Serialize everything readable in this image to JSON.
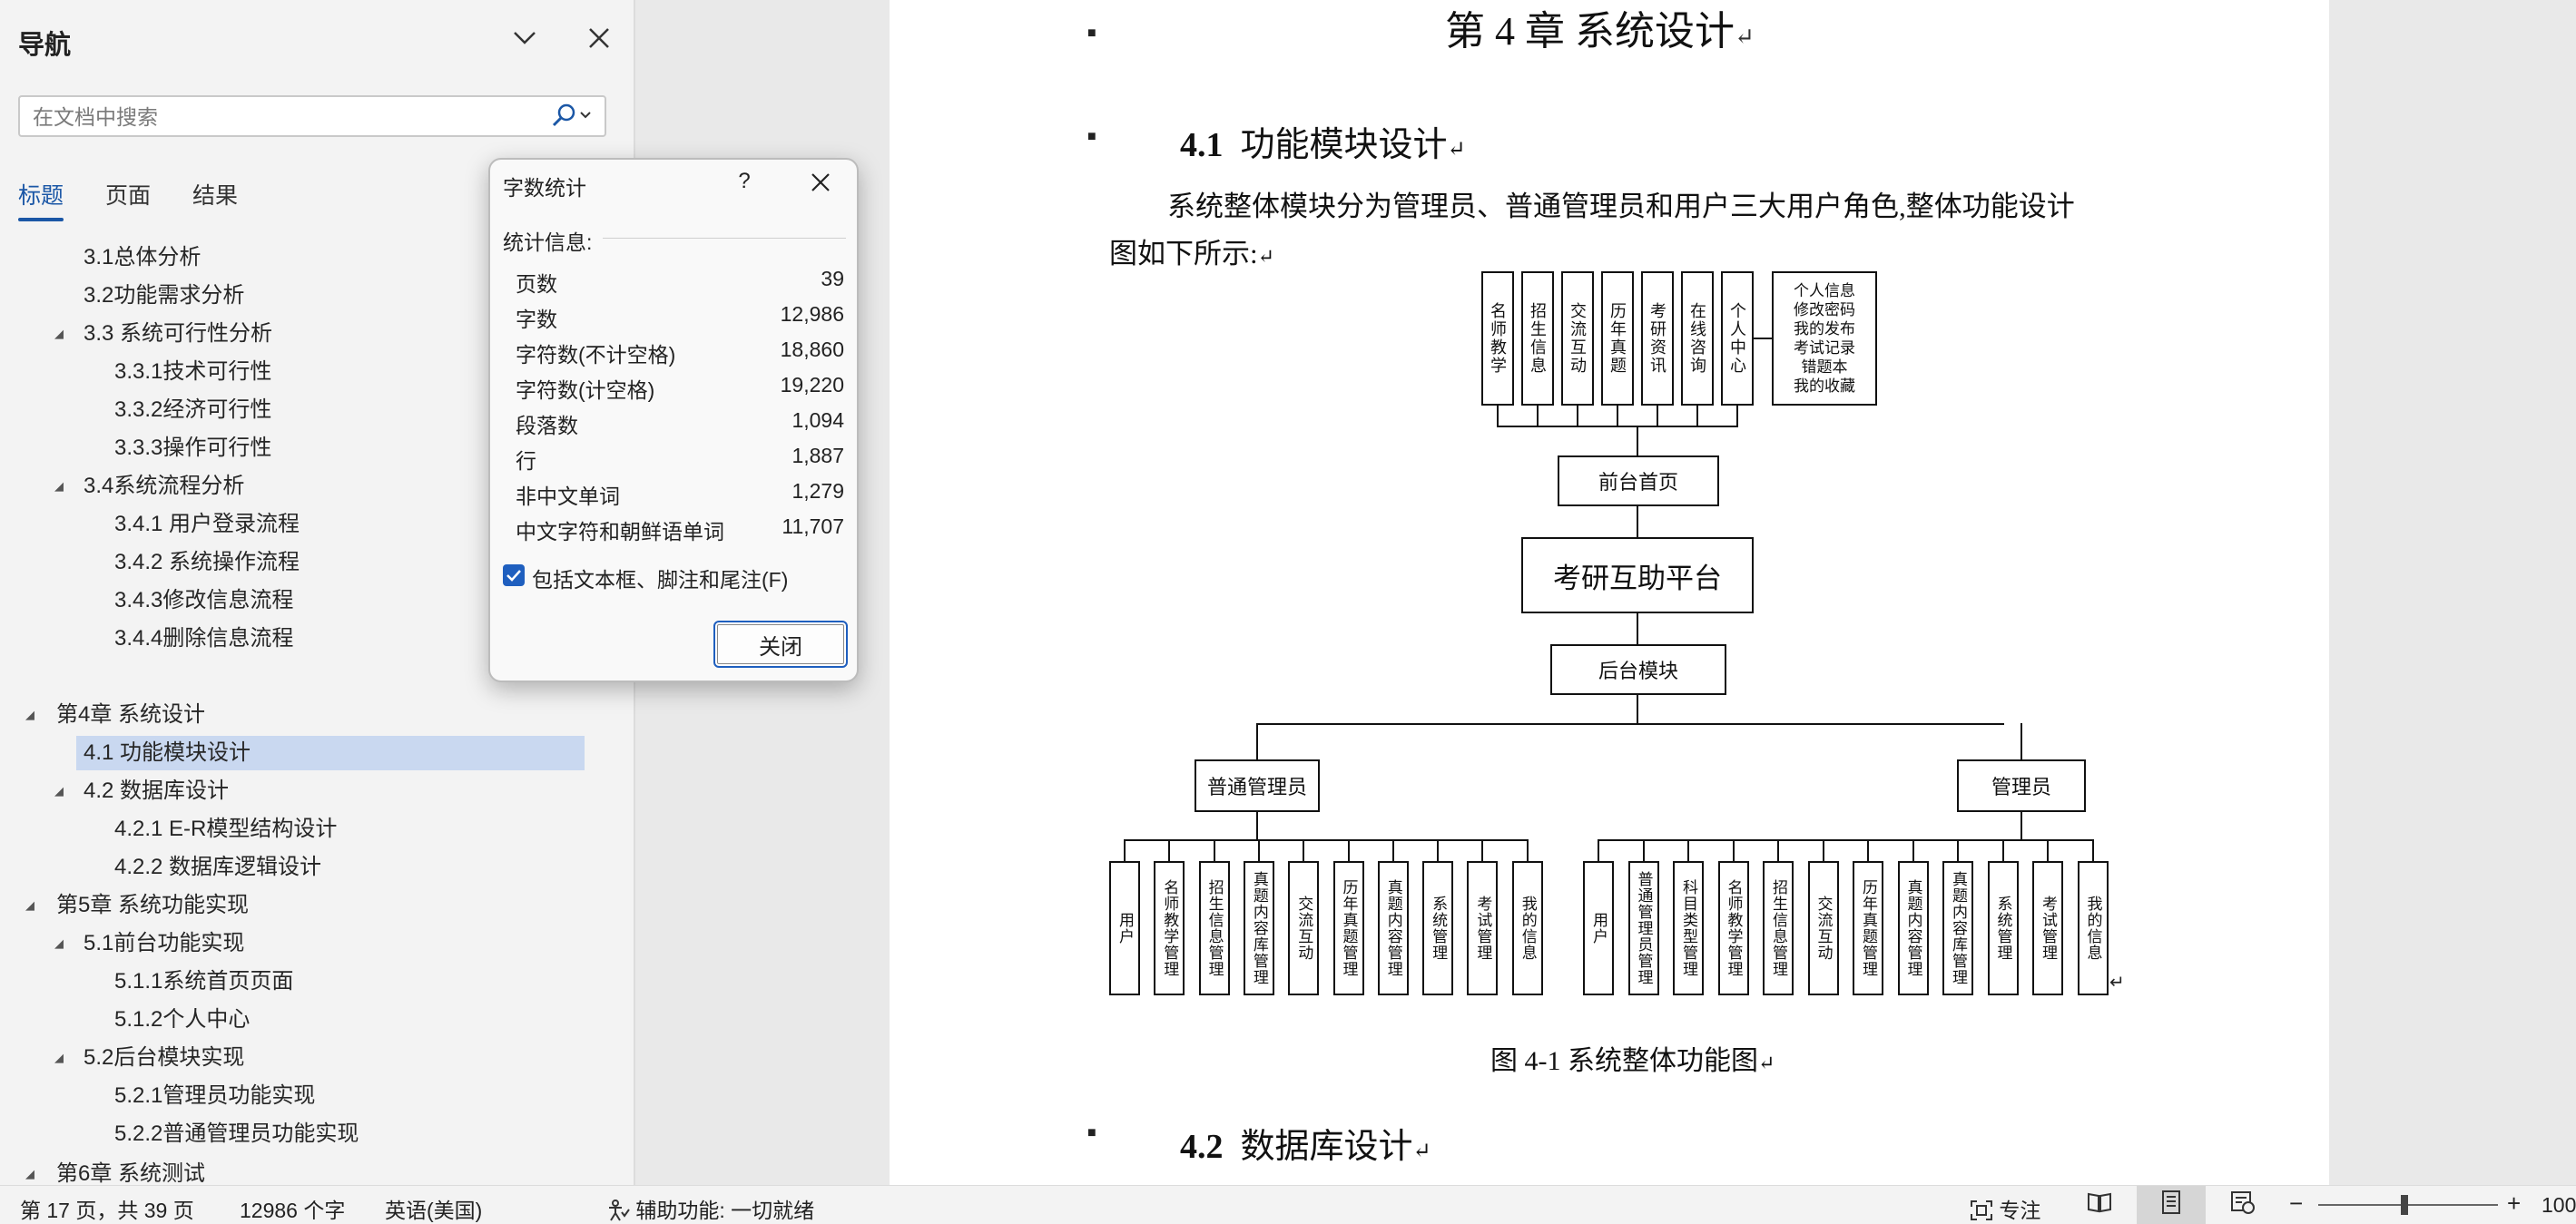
{
  "nav": {
    "title": "导航",
    "search_placeholder": "在文档中搜索",
    "tabs": [
      "标题",
      "页面",
      "结果"
    ],
    "items": [
      {
        "label": "3.1总体分析"
      },
      {
        "label": "3.2功能需求分析"
      },
      {
        "label": "3.3 系统可行性分析"
      },
      {
        "label": "3.3.1技术可行性"
      },
      {
        "label": "3.3.2经济可行性"
      },
      {
        "label": "3.3.3操作可行性"
      },
      {
        "label": "3.4系统流程分析"
      },
      {
        "label": "3.4.1 用户登录流程"
      },
      {
        "label": "3.4.2 系统操作流程"
      },
      {
        "label": "3.4.3修改信息流程"
      },
      {
        "label": "3.4.4删除信息流程"
      },
      {
        "label": "第4章 系统设计"
      },
      {
        "label": "4.1 功能模块设计"
      },
      {
        "label": "4.2 数据库设计"
      },
      {
        "label": "4.2.1 E-R模型结构设计"
      },
      {
        "label": "4.2.2 数据库逻辑设计"
      },
      {
        "label": "第5章 系统功能实现"
      },
      {
        "label": "5.1前台功能实现"
      },
      {
        "label": "5.1.1系统首页页面"
      },
      {
        "label": "5.1.2个人中心"
      },
      {
        "label": "5.2后台模块实现"
      },
      {
        "label": "5.2.1管理员功能实现"
      },
      {
        "label": "5.2.2普通管理员功能实现"
      },
      {
        "label": "第6章 系统测试"
      }
    ]
  },
  "dialog": {
    "title": "字数统计",
    "help": "?",
    "section": "统计信息:",
    "stats": [
      {
        "label": "页数",
        "value": "39"
      },
      {
        "label": "字数",
        "value": "12,986"
      },
      {
        "label": "字符数(不计空格)",
        "value": "18,860"
      },
      {
        "label": "字符数(计空格)",
        "value": "19,220"
      },
      {
        "label": "段落数",
        "value": "1,094"
      },
      {
        "label": "行",
        "value": "1,887"
      },
      {
        "label": "非中文单词",
        "value": "1,279"
      },
      {
        "label": "中文字符和朝鲜语单词",
        "value": "11,707"
      }
    ],
    "checkbox_label": "包括文本框、脚注和尾注(F)",
    "checkbox_checked": true,
    "close_label": "关闭"
  },
  "document": {
    "chapter_title": "第 4 章  系统设计",
    "section1_num": "4.1",
    "section1_title": "功能模块设计",
    "para1_line1": "系统整体模块分为管理员、普通管理员和用户三大用户角色,整体功能设计",
    "para1_line2": "图如下所示:",
    "figure": {
      "top_modules": [
        "名师教学",
        "招生信息",
        "交流互动",
        "历年真题",
        "考研资讯",
        "在线咨询",
        "个人中心"
      ],
      "personal_items": [
        "个人信息",
        "修改密码",
        "我的发布",
        "考试记录",
        "错题本",
        "我的收藏"
      ],
      "front_home": "前台首页",
      "platform": "考研互助平台",
      "backend": "后台模块",
      "normal_admin": "普通管理员",
      "admin": "管理员",
      "normal_admin_items": [
        "用户",
        "名师教学管理",
        "招生信息管理",
        "真题内容库管理",
        "交流互动",
        "历年真题管理",
        "真题内容管理",
        "系统管理",
        "考试管理",
        "我的信息"
      ],
      "admin_items": [
        "用户",
        "普通管理员管理",
        "科目类型管理",
        "名师教学管理",
        "招生信息管理",
        "交流互动",
        "历年真题管理",
        "真题内容管理",
        "真题内容库管理",
        "系统管理",
        "考试管理",
        "我的信息"
      ]
    },
    "caption": "图 4-1  系统整体功能图",
    "section2_num": "4.2",
    "section2_title": "数据库设计",
    "para_mark": "↵"
  },
  "status": {
    "page": "第 17 页，共 39 页",
    "words": "12986 个字",
    "language": "英语(美国)",
    "accessibility": "辅助功能: 一切就绪",
    "focus": "专注",
    "zoom": "100"
  },
  "colors": {
    "accent": "#1b57a6",
    "selected": "#c9d8f0",
    "checkbox": "#1f5fbf"
  }
}
